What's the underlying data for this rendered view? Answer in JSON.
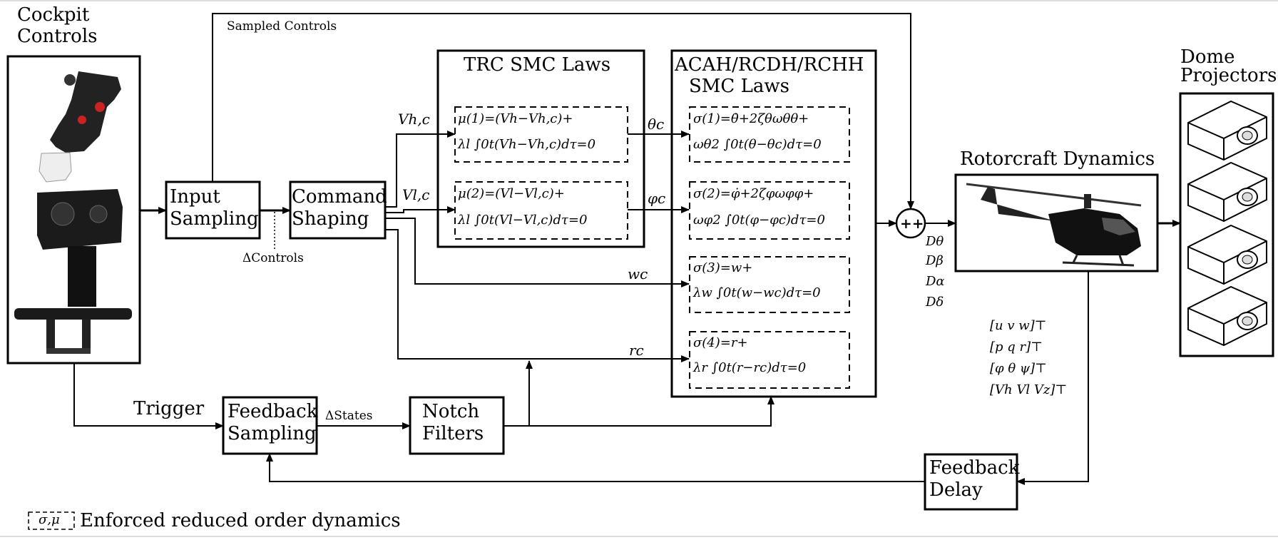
{
  "labels": {
    "cockpit_controls": [
      "Cockpit",
      "Controls"
    ],
    "sampled_controls": "Sampled Controls",
    "input_sampling": [
      "Input",
      "Sampling"
    ],
    "command_shaping": [
      "Command",
      "Shaping"
    ],
    "delta_controls": "ΔControls",
    "trc_title": "TRC SMC Laws",
    "acah_title": [
      "ACAH/RCDH/RCHH",
      "SMC Laws"
    ],
    "rotorcraft_dynamics": "Rotorcraft Dynamics",
    "dome_projectors": [
      "Dome",
      "Projectors"
    ],
    "trigger": "Trigger",
    "feedback_sampling": [
      "Feedback",
      "Sampling"
    ],
    "delta_states": "ΔStates",
    "notch_filters": [
      "Notch",
      "Filters"
    ],
    "feedback_delay": [
      "Feedback",
      "Delay"
    ],
    "legend_symbol": "σ,μ",
    "legend_text": "Enforced reduced order dynamics"
  },
  "signals": {
    "vh_c": "Vh,c",
    "vl_c": "Vl,c",
    "w_c": "wc",
    "r_c": "rc",
    "theta_c": "θc",
    "phi_c": "φc",
    "d_theta": "Dθ",
    "d_beta": "Dβ",
    "d_alpha": "Dα",
    "d_delta": "Dδ",
    "state_uvw": "[u v w]⊤",
    "state_pqr": "[p q r]⊤",
    "state_euler": "[φ θ ψ]⊤",
    "state_vel": "[Vh Vl Vz]⊤"
  },
  "equations": {
    "mu1": [
      "μ(1)=(Vh−Vh,c)+",
      "λl ∫0t(Vh−Vh,c)dτ=0"
    ],
    "mu2": [
      "μ(2)=(Vl−Vl,c)+",
      "λl ∫0t(Vl−Vl,c)dτ=0"
    ],
    "sigma1": [
      "σ(1)=θ̇+2ζθωθθ+",
      "ωθ2 ∫0t(θ−θc)dτ=0"
    ],
    "sigma2": [
      "σ(2)=φ̇+2ζφωφφ+",
      "ωφ2 ∫0t(φ−φc)dτ=0"
    ],
    "sigma3": [
      "σ(3)=w+",
      "λw ∫0t(w−wc)dτ=0"
    ],
    "sigma4": [
      "σ(4)=r+",
      "λr ∫0t(r−rc)dτ=0"
    ]
  },
  "sum_signs": "++",
  "icons": [
    "joystick-photo",
    "helicopter-photo",
    "projector-icon"
  ]
}
